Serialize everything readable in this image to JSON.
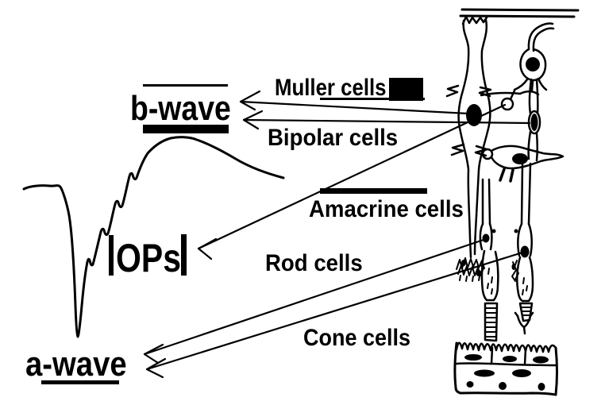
{
  "labels": {
    "b_wave": "b-wave",
    "a_wave": "a-wave",
    "ops": "OPs",
    "muller": "Muller cells",
    "bipolar": "Bipolar cells",
    "amacrine": "Amacrine cells",
    "rod": "Rod cells",
    "cone": "Cone cells"
  },
  "connections": [
    {
      "from": "Muller cells",
      "to": "b-wave"
    },
    {
      "from": "Bipolar cells",
      "to": "b-wave"
    },
    {
      "from": "Amacrine cells",
      "to": "OPs"
    },
    {
      "from": "Rod cells",
      "to": "a-wave"
    },
    {
      "from": "Cone cells",
      "to": "a-wave"
    }
  ],
  "colors": {
    "ink": "#000000",
    "background": "#ffffff"
  }
}
